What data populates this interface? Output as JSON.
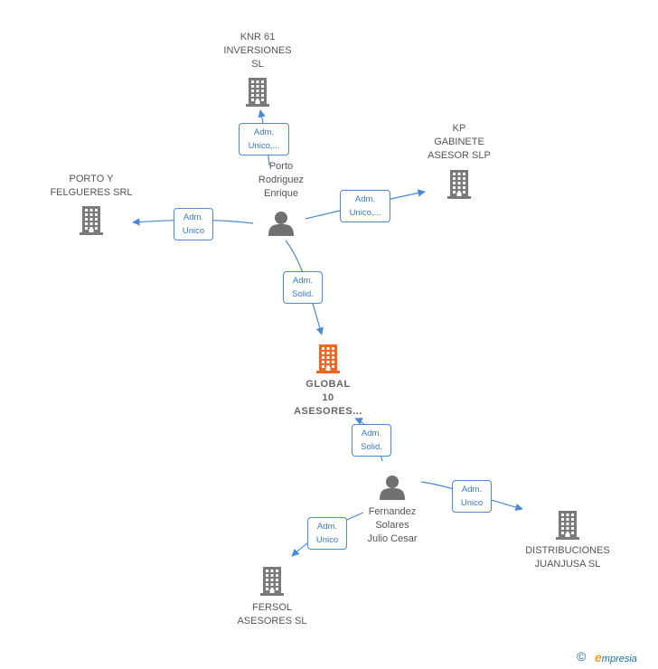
{
  "colors": {
    "company": "#7a7a7a",
    "focus_company": "#f26522",
    "person": "#707070",
    "edge": "#4a88d8"
  },
  "nodes": [
    {
      "id": "global10",
      "type": "company",
      "focus": true,
      "label": "GLOBAL\n10\nASESORES..."
    },
    {
      "id": "knr61",
      "type": "company",
      "label": "KNR 61\nINVERSIONES\nSL"
    },
    {
      "id": "kp",
      "type": "company",
      "label": "KP\nGABINETE\nASESOR SLP"
    },
    {
      "id": "porto_y",
      "type": "company",
      "label": "PORTO Y\nFELGUERES SRL"
    },
    {
      "id": "porto",
      "type": "person",
      "label": "Porto\nRodriguez\nEnrique"
    },
    {
      "id": "fernandez",
      "type": "person",
      "label": "Fernandez\nSolares\nJulio Cesar"
    },
    {
      "id": "distrib",
      "type": "company",
      "label": "DISTRIBUCIONES\nJUANJUSA  SL"
    },
    {
      "id": "fersol",
      "type": "company",
      "label": "FERSOL\nASESORES  SL"
    }
  ],
  "edges": [
    {
      "from": "porto",
      "to": "knr61",
      "label": "Adm.\nUnico,..."
    },
    {
      "from": "porto",
      "to": "kp",
      "label": "Adm.\nUnico,..."
    },
    {
      "from": "porto",
      "to": "porto_y",
      "label": "Adm.\nUnico"
    },
    {
      "from": "porto",
      "to": "global10",
      "label": "Adm.\nSolid."
    },
    {
      "from": "fernandez",
      "to": "global10",
      "label": "Adm.\nSolid."
    },
    {
      "from": "fernandez",
      "to": "distrib",
      "label": "Adm.\nUnico"
    },
    {
      "from": "fernandez",
      "to": "fersol",
      "label": "Adm.\nUnico"
    }
  ],
  "footer": {
    "copyright_symbol": "©",
    "brand_initial": "e",
    "brand_rest": "mpresia"
  }
}
